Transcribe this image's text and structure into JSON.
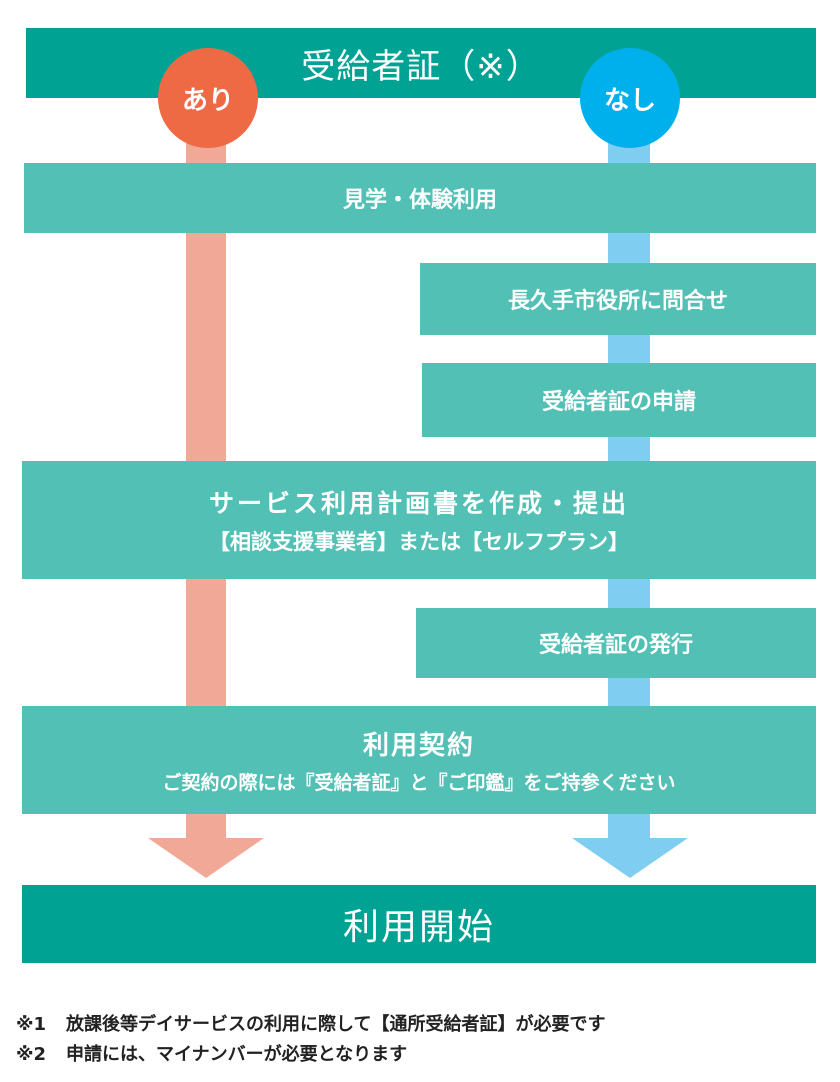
{
  "header": {
    "title": "受給者証（※）"
  },
  "branches": {
    "yes": "あり",
    "no": "なし"
  },
  "steps": {
    "visit": "見学・体験利用",
    "inquiry": "長久手市役所に問合せ",
    "apply": "受給者証の申請",
    "plan_title": "サービス利用計画書を作成・提出",
    "plan_sub": "【相談支援事業者】または【セルフプラン】",
    "issue": "受給者証の発行",
    "contract_title": "利用契約",
    "contract_sub": "ご契約の際には『受給者証』と『ご印鑑』をご持参ください",
    "start": "利用開始"
  },
  "notes": [
    {
      "mark": "※1",
      "text": "放課後等デイサービスの利用に際して【通所受給者証】が必要です"
    },
    {
      "mark": "※2",
      "text": "申請には、マイナンバーが必要となります"
    }
  ],
  "colors": {
    "teal": "#52c0b4",
    "dark_teal": "#00a294",
    "yes_circle": "#ee6a45",
    "yes_track": "#f2a896",
    "no_circle": "#00b0ec",
    "no_track": "#7fcdf0"
  }
}
